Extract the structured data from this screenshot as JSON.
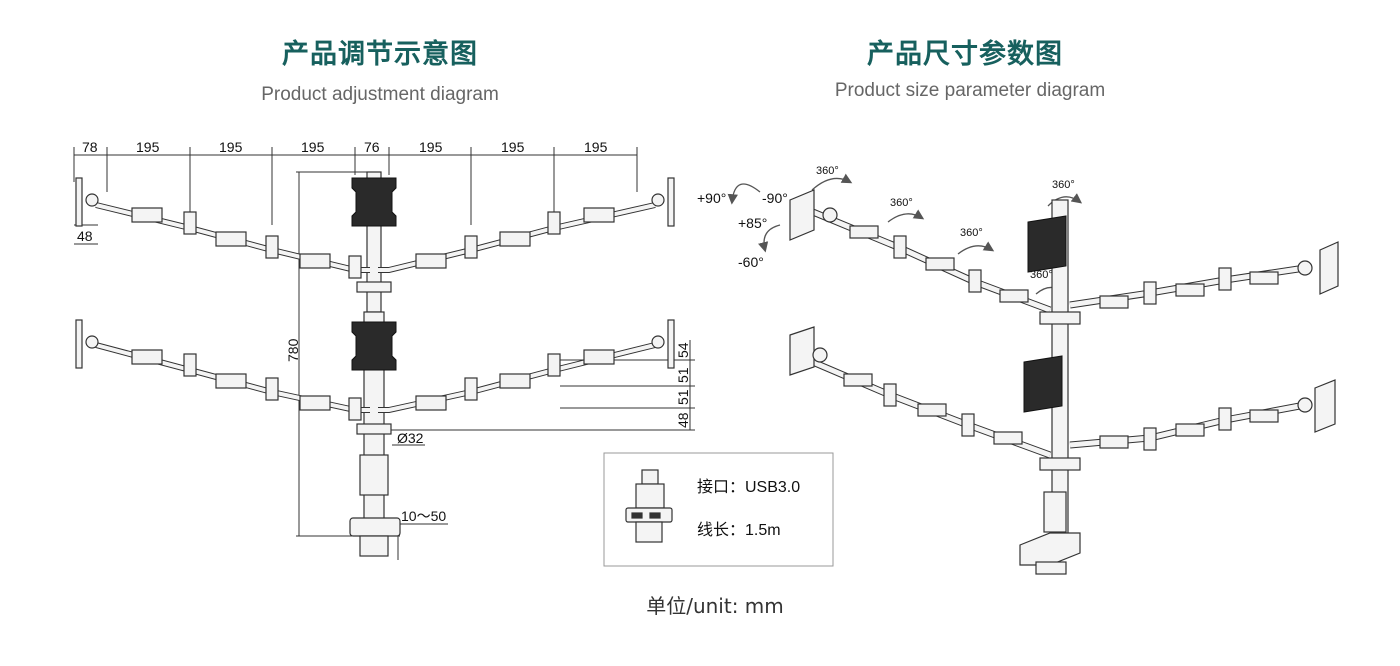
{
  "left_panel": {
    "title": "产品调节示意图",
    "subtitle": "Product adjustment diagram",
    "dimensions": {
      "top_spans": [
        "78",
        "195",
        "195",
        "195",
        "76",
        "195",
        "195",
        "195"
      ],
      "mount_offset": "48",
      "height": "780",
      "pole_diameter": "Ø32",
      "clamp_range": "10～50",
      "side_spacing": [
        "54",
        "51",
        "51",
        "48"
      ]
    }
  },
  "right_panel": {
    "title": "产品尺寸参数图",
    "subtitle": "Product size parameter diagram",
    "angles": {
      "tilt_up": "+90°",
      "tilt_down": "-90°",
      "swivel_up": "+85°",
      "swivel_down": "-60°",
      "rotations": [
        "360°",
        "360°",
        "360°",
        "360°",
        "360°"
      ]
    }
  },
  "spec_box": {
    "interface": "接口：USB3.0",
    "cable_length": "线长：1.5m"
  },
  "unit_label": "单位/unit:  mm",
  "colors": {
    "title": "#17605e",
    "line": "#333333",
    "arm_fill": "#f4f4f4",
    "plate_fill": "#2a2a2a"
  }
}
